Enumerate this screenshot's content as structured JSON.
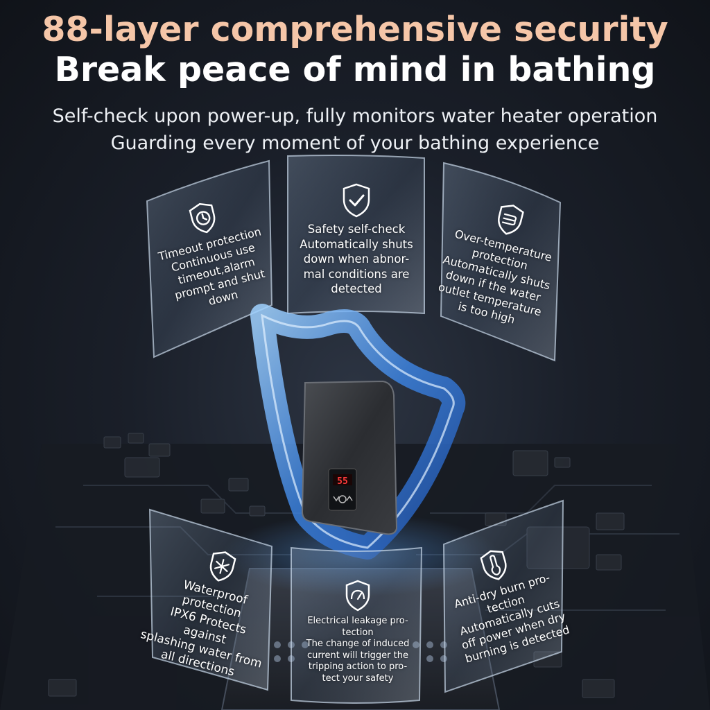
{
  "headline": {
    "line1": "88-layer comprehensive security",
    "line2": "Break peace of mind in bathing"
  },
  "subheadline": {
    "line1": "Self-check upon power-up, fully monitors water heater operation",
    "line2": "Guarding every moment of your bathing experience"
  },
  "heater": {
    "display_value": "55"
  },
  "features": [
    {
      "icon": "clock-shield-icon",
      "lines": [
        "Timeout protection",
        "Continuous use",
        "timeout,alarm",
        "prompt and shut",
        "down"
      ]
    },
    {
      "icon": "check-shield-icon",
      "lines": [
        "Safety self-check",
        "Automatically shuts",
        "down when abnor-",
        "mal conditions are",
        "detected"
      ]
    },
    {
      "icon": "wind-shield-icon",
      "lines": [
        "Over-temperature",
        "protection",
        "Automatically shuts",
        "down if the water",
        "outlet temperature",
        "is too high"
      ]
    },
    {
      "icon": "snowflake-shield-icon",
      "lines": [
        "Waterproof protection",
        "IPX6 Protects against",
        "splashing water from",
        "all directions"
      ]
    },
    {
      "icon": "gauge-shield-icon",
      "lines": [
        "Electrical leakage pro-",
        "tection",
        "The change of induced",
        "current will trigger the",
        "tripping action to pro-",
        "tect your safety"
      ]
    },
    {
      "icon": "thermometer-shield-icon",
      "lines": [
        "Anti-dry burn pro-",
        "tection",
        "Automatically cuts",
        "off power when dry",
        "burning is detected"
      ]
    }
  ]
}
